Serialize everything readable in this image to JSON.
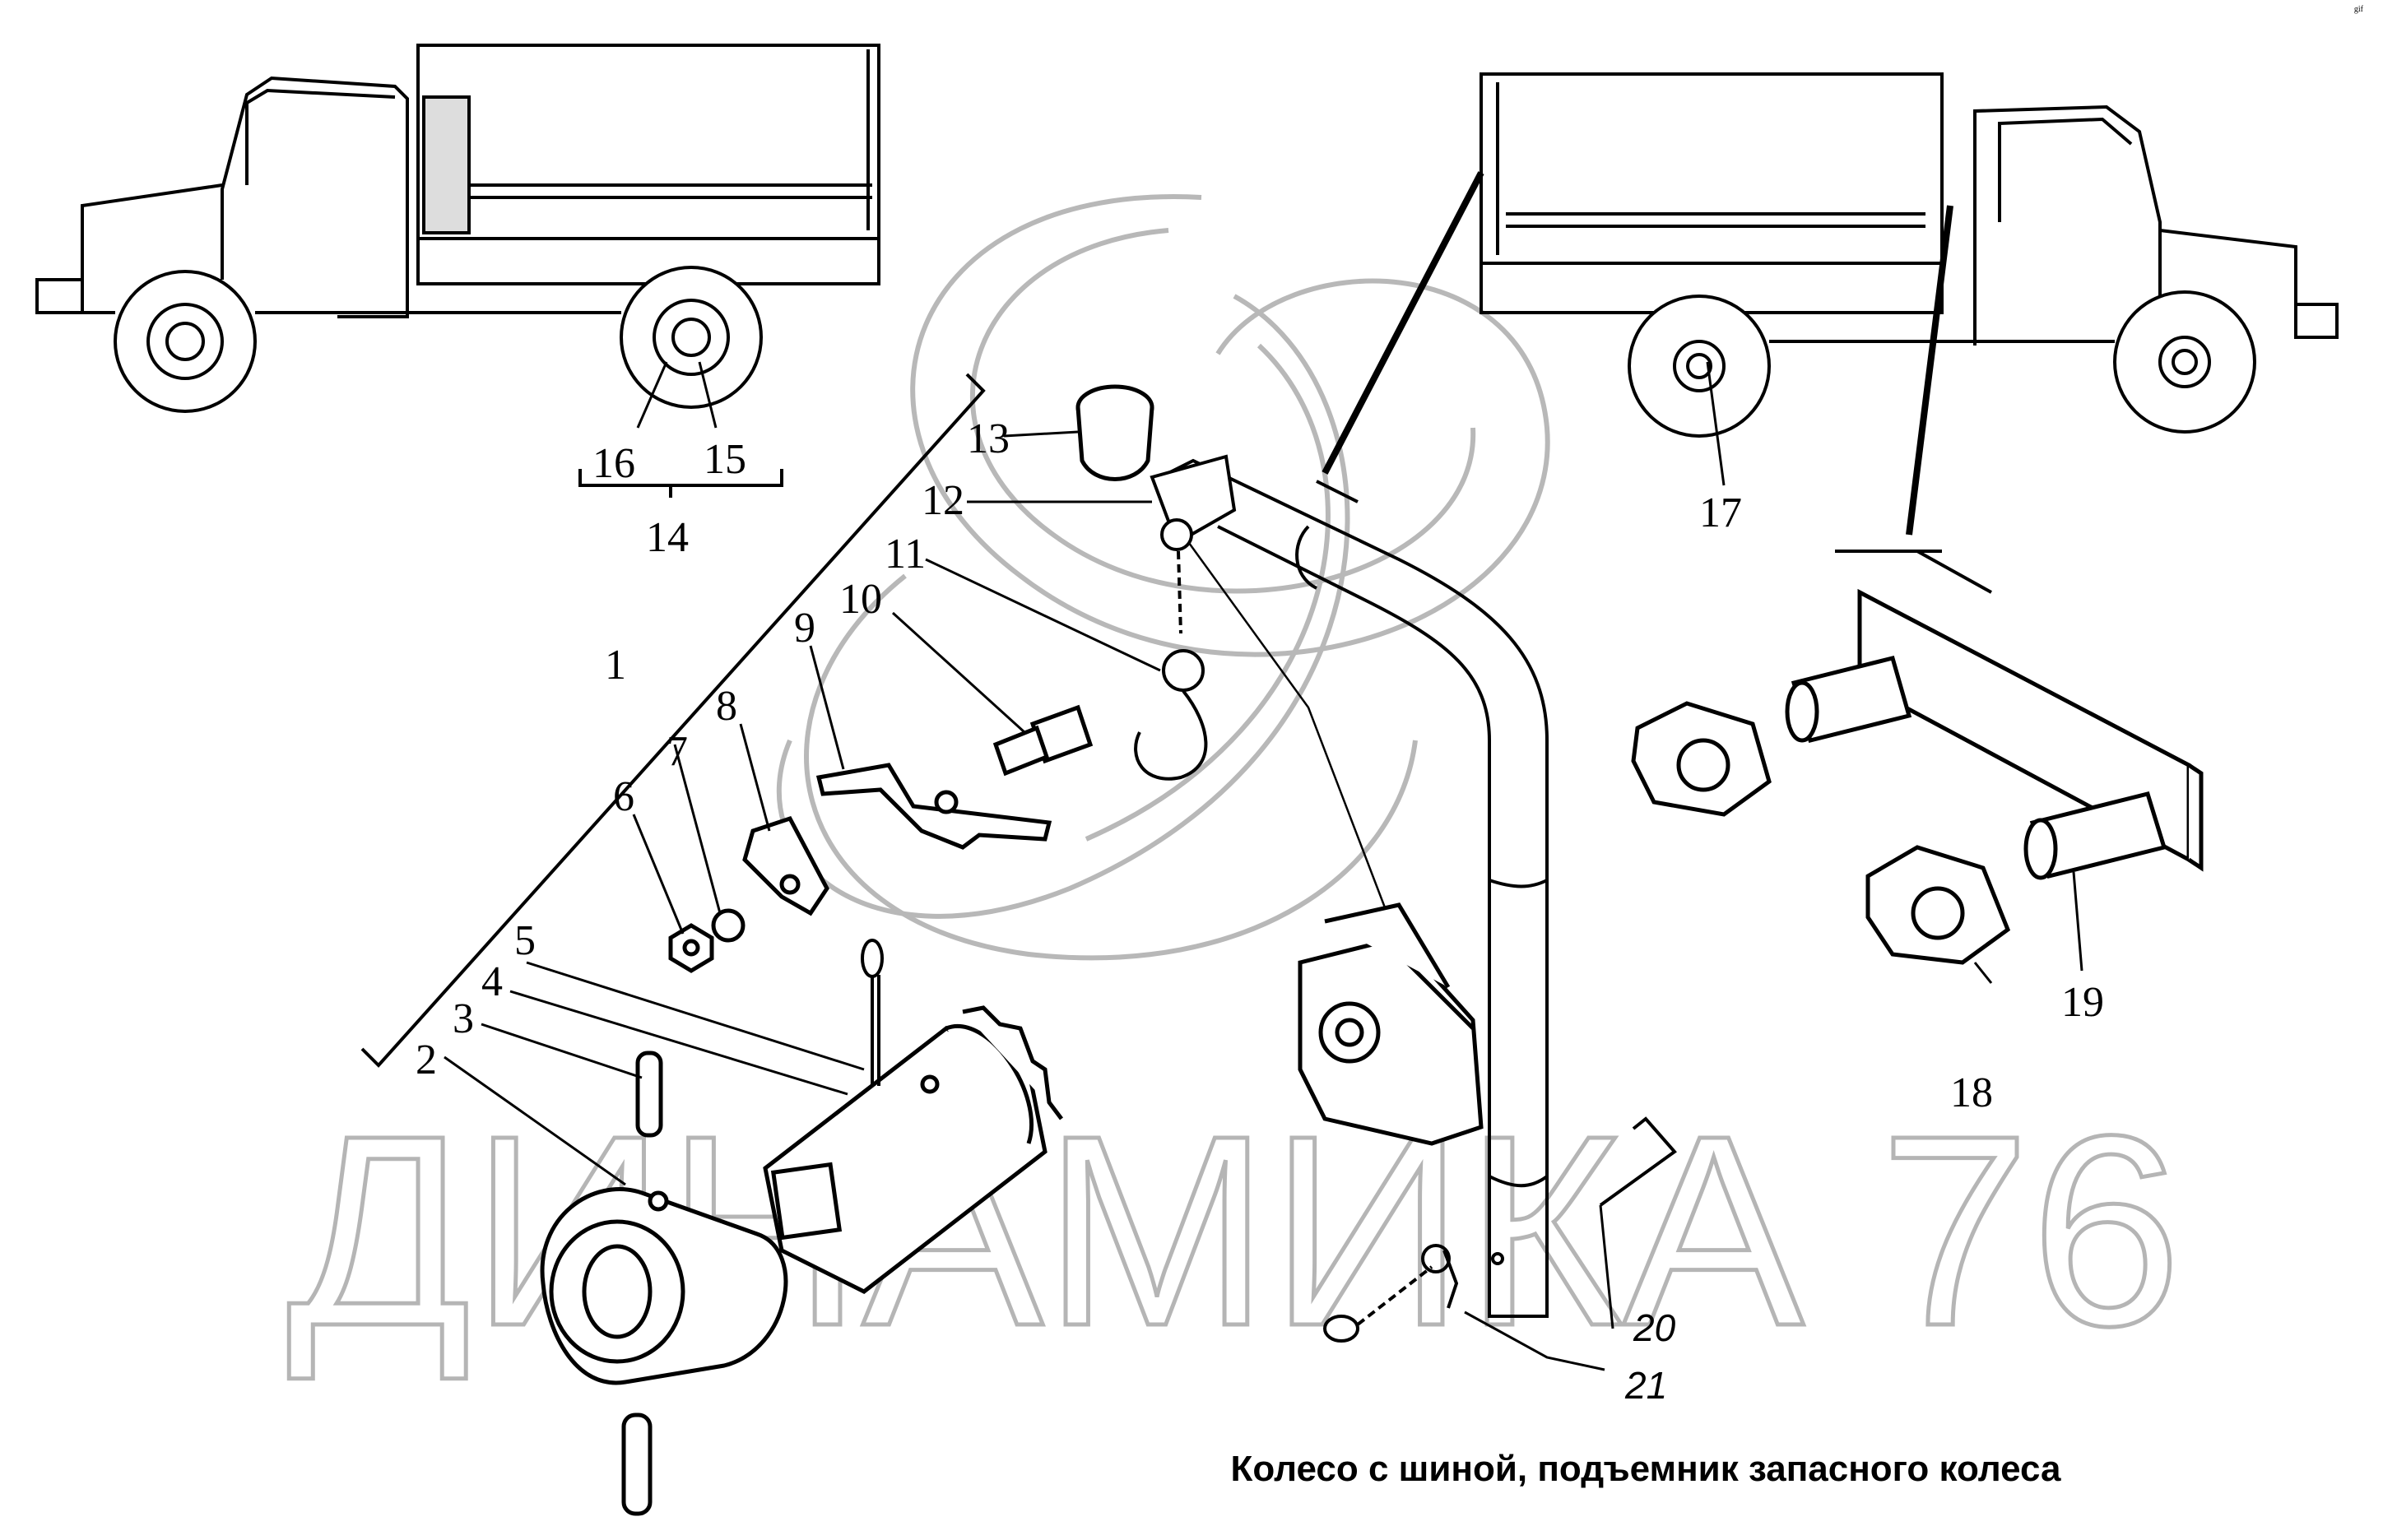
{
  "diagram": {
    "caption": "Колесо с шиной, подъемник запасного колеса",
    "watermark": "ДИНАМИКА 76",
    "corner_mark": "gif",
    "labels": {
      "l1": "1",
      "l2": "2",
      "l3": "3",
      "l4": "4",
      "l5": "5",
      "l6": "6",
      "l7": "7",
      "l8": "8",
      "l9": "9",
      "l10": "10",
      "l11": "11",
      "l12": "12",
      "l13": "13",
      "l14": "14",
      "l15": "15",
      "l16": "16",
      "l17": "17",
      "l18": "18",
      "l19": "19",
      "l20": "20",
      "l21": "21"
    }
  }
}
